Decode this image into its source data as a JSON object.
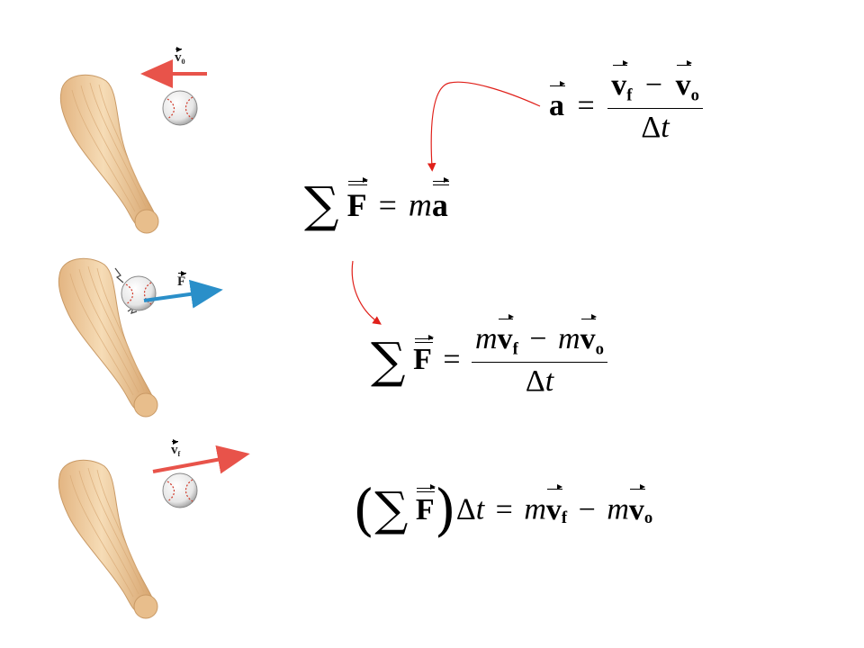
{
  "labels": {
    "v0": "v",
    "v0_sub": "0",
    "force": "F",
    "vf": "v",
    "vf_sub": "f"
  },
  "eq_accel": {
    "lhs": "a",
    "eq": "=",
    "num_v1": "v",
    "num_sub1": "f",
    "num_minus": "−",
    "num_v2": "v",
    "num_sub2": "o",
    "den_delta": "Δ",
    "den_t": "t"
  },
  "eq_newton": {
    "sigma": "∑",
    "F": "F",
    "eq": "=",
    "m": "m",
    "a": "a"
  },
  "eq_momentum_rate": {
    "sigma": "∑",
    "F": "F",
    "eq": "=",
    "m1": "m",
    "v1": "v",
    "sub1": "f",
    "minus": "−",
    "m2": "m",
    "v2": "v",
    "sub2": "o",
    "den_delta": "Δ",
    "den_t": "t"
  },
  "eq_impulse": {
    "lparen": "(",
    "sigma": "∑",
    "F": "F",
    "rparen": ")",
    "delta": "Δ",
    "t": "t",
    "eq": "=",
    "m1": "m",
    "v1": "v",
    "sub1": "f",
    "minus": "−",
    "m2": "m",
    "v2": "v",
    "sub2": "o"
  },
  "colors": {
    "red_arrow": "#e8534a",
    "blue_arrow": "#2a8fc9",
    "connector": "#e0201a",
    "bat_light": "#f2d3a8",
    "bat_dark": "#d9a870",
    "ball_seam": "#d03a2a"
  }
}
